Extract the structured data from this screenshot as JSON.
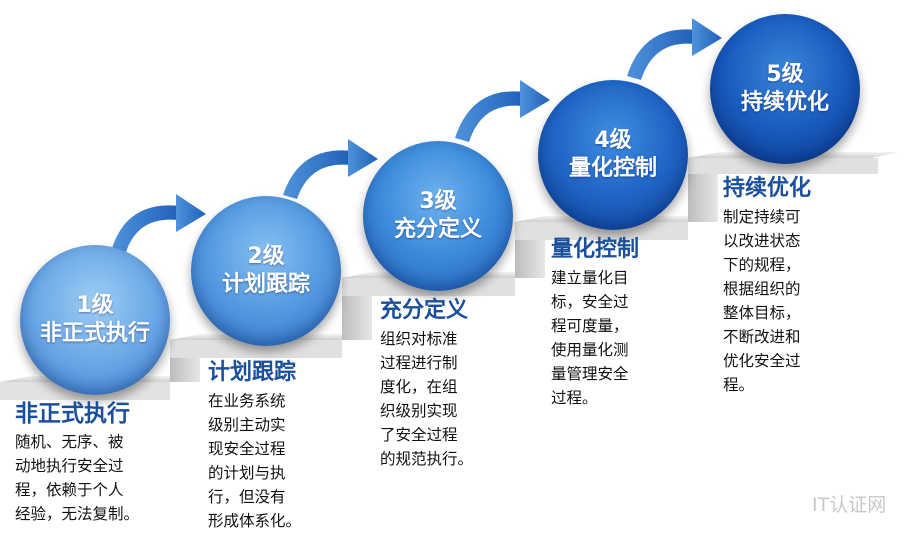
{
  "levels": [
    {
      "level": "1级",
      "name": "非正式执行",
      "title": "非正式执行",
      "description": "随机、无序、被\n动地执行安全过\n程，依赖于个人\n经验，无法复制。"
    },
    {
      "level": "2级",
      "name": "计划跟踪",
      "title": "计划跟踪",
      "description": "在业务系统\n级别主动实\n现安全过程\n的计划与执\n行，但没有\n形成体系化。"
    },
    {
      "level": "3级",
      "name": "充分定义",
      "title": "充分定义",
      "description": "组织对标准\n过程进行制\n度化，在组\n织级别实现\n了安全过程\n的规范执行。"
    },
    {
      "level": "4级",
      "name": "量化控制",
      "title": "量化控制",
      "description": "建立量化目\n标，安全过\n程可度量，\n使用量化测\n量管理安全\n过程。"
    },
    {
      "level": "5级",
      "name": "持续优化",
      "title": "持续优化",
      "description": "制定持续可\n以改进状态\n下的规程，\n根据组织的\n整体目标，\n不断改进和\n优化安全过\n程。"
    }
  ],
  "watermark": "IT认证网",
  "colors": {
    "title": "#1a4f9c",
    "circle": "#3f8ddc",
    "arrow": "#2f6fc4",
    "step": "#d9d9d9"
  }
}
